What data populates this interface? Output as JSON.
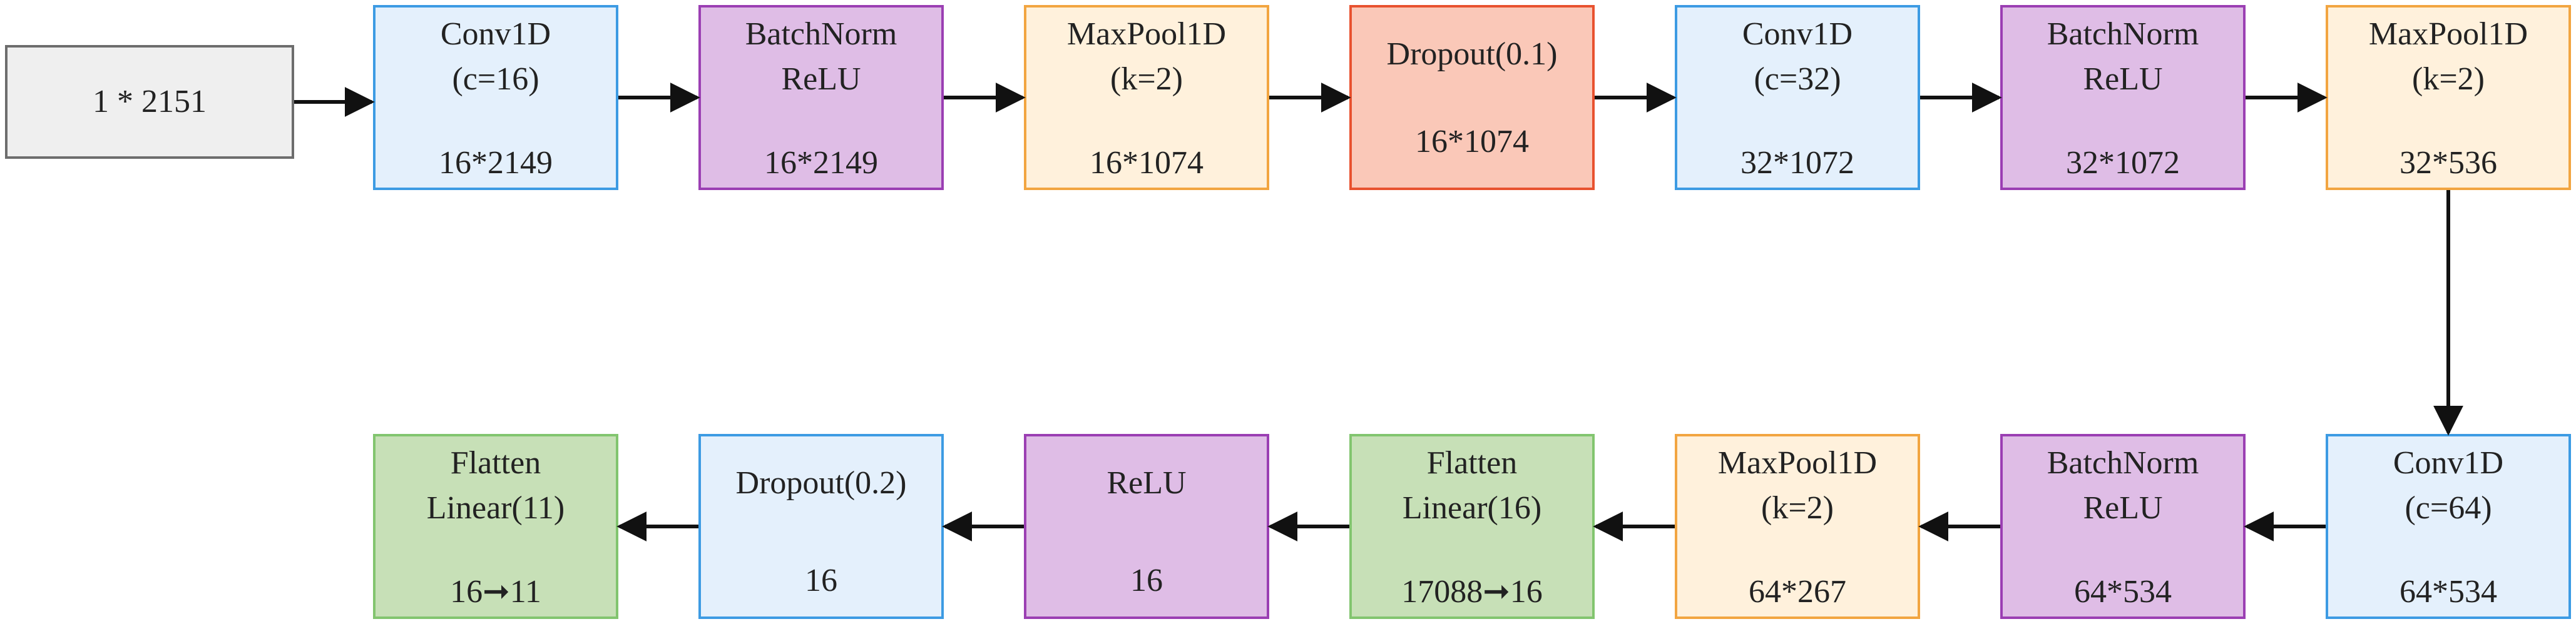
{
  "nodes": {
    "input": {
      "lines": [
        "1 * 2151"
      ]
    },
    "conv1": {
      "lines": [
        "Conv1D",
        "(c=16)"
      ],
      "dim": "16*2149"
    },
    "bn1": {
      "lines": [
        "BatchNorm",
        "ReLU"
      ],
      "dim": "16*2149"
    },
    "pool1": {
      "lines": [
        "MaxPool1D",
        "(k=2)"
      ],
      "dim": "16*1074"
    },
    "drop1": {
      "lines": [
        "Dropout(0.1)"
      ],
      "dim": "16*1074"
    },
    "conv2": {
      "lines": [
        "Conv1D",
        "(c=32)"
      ],
      "dim": "32*1072"
    },
    "bn2": {
      "lines": [
        "BatchNorm",
        "ReLU"
      ],
      "dim": "32*1072"
    },
    "pool2": {
      "lines": [
        "MaxPool1D",
        "(k=2)"
      ],
      "dim": "32*536"
    },
    "conv3": {
      "lines": [
        "Conv1D",
        "(c=64)"
      ],
      "dim": "64*534"
    },
    "bn3": {
      "lines": [
        "BatchNorm",
        "ReLU"
      ],
      "dim": "64*534"
    },
    "pool3": {
      "lines": [
        "MaxPool1D",
        "(k=2)"
      ],
      "dim": "64*267"
    },
    "fc1": {
      "lines": [
        "Flatten",
        "Linear(16)"
      ],
      "dim": "17088➞16"
    },
    "relu": {
      "lines": [
        "ReLU"
      ],
      "dim": "16"
    },
    "drop2": {
      "lines": [
        "Dropout(0.2)"
      ],
      "dim": "16"
    },
    "fc2": {
      "lines": [
        "Flatten",
        "Linear(11)"
      ],
      "dim": "16➞11"
    }
  },
  "colors": {
    "input_fill": "#efefef",
    "conv_fill": "#e4f0fc",
    "batchnorm_relu_fill": "#dfbde6",
    "maxpool_fill": "#fff1dc",
    "dropout_0_1_fill": "#fac8b8",
    "linear_fill": "#c7e0b7",
    "arrow": "#111111"
  }
}
